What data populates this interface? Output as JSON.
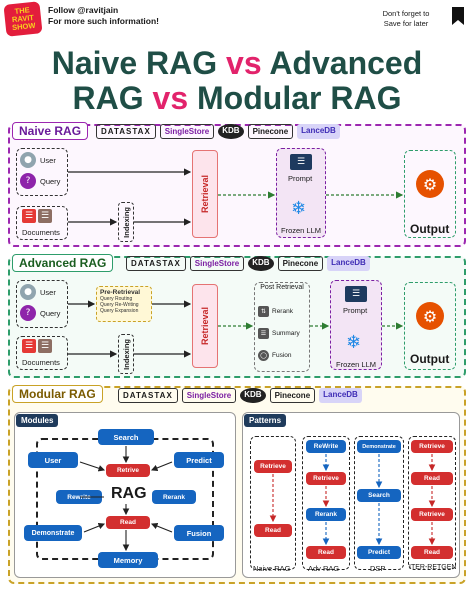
{
  "header": {
    "logo_text": "THE RAVIT SHOW",
    "follow_line1": "Follow @ravitjain",
    "follow_line2": "For more such information!",
    "save_line1": "Don't forget to",
    "save_line2": "Save for later"
  },
  "title": {
    "line1_a": "Naive RAG",
    "vs1": "vs",
    "line1_b": "Advanced",
    "line2_a": "RAG",
    "vs2": "vs",
    "line2_b": "Modular RAG"
  },
  "vendors": [
    "DATASTAX",
    "SingleStore",
    "KDB",
    "Pinecone",
    "LanceDB"
  ],
  "naive": {
    "title": "Naive RAG",
    "user": "User",
    "query": "Query",
    "documents": "Documents",
    "indexing": "Indexing",
    "retrieval": "Retrieval",
    "prompt": "Prompt",
    "frozen_llm": "Frozen LLM",
    "output": "Output"
  },
  "advanced": {
    "title": "Advanced RAG",
    "user": "User",
    "query": "Query",
    "documents": "Documents",
    "indexing": "Indexing",
    "pre_retrieval": "Pre-Retrieval",
    "pre_items": [
      "Query Routing",
      "Query Re-Writing",
      "Query Expansion"
    ],
    "retrieval": "Retrieval",
    "post_retrieval": "Post Retrieval",
    "post_items": [
      "Rerank",
      "Summary",
      "Fusion"
    ],
    "prompt": "Prompt",
    "frozen_llm": "Frozen LLM",
    "output": "Output"
  },
  "modular": {
    "title": "Modular RAG",
    "modules_label": "Modules",
    "patterns_label": "Patterns",
    "center": "RAG",
    "modules": {
      "search": "Search",
      "user": "User",
      "predict": "Predict",
      "retrive": "Retrive",
      "rewrite": "Rewrite",
      "rerank": "Rerank",
      "read": "Read",
      "demonstrate": "Demonstrate",
      "fusion": "Fusion",
      "memory": "Memory"
    },
    "patterns": [
      {
        "name": "Naive RAG",
        "steps": [
          "Retrieve",
          "Read"
        ]
      },
      {
        "name": "Adv RAG",
        "steps": [
          "ReWrite",
          "Retrieve",
          "Rerank",
          "Read"
        ]
      },
      {
        "name": "DSP",
        "steps": [
          "Demonstrate",
          "Search",
          "Predict"
        ]
      },
      {
        "name": "ITER-RETGEN",
        "steps": [
          "Retrieve",
          "Read",
          "Retrieve",
          "Read"
        ]
      }
    ]
  },
  "colors": {
    "title": "#1f4e46",
    "vs": "#e2236b",
    "naive_border": "#9c27b0",
    "advanced_border": "#2e9d6b",
    "modular_border": "#c9a227",
    "module_blue": "#1565c0",
    "module_red": "#d32f2f"
  }
}
